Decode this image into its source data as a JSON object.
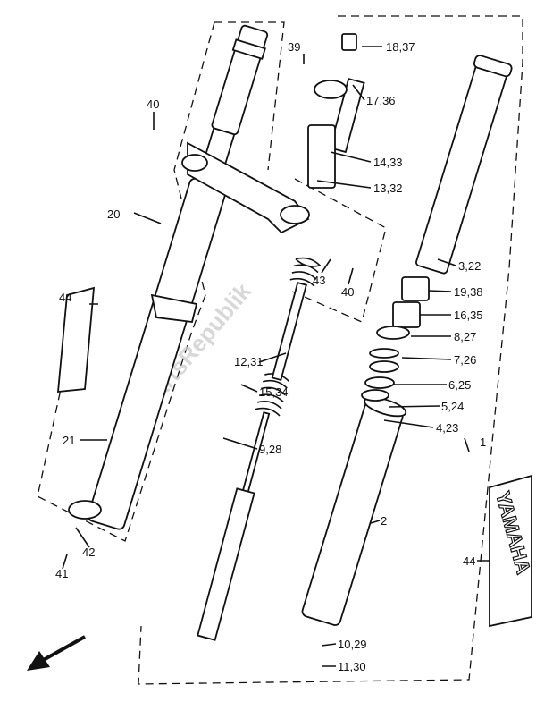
{
  "watermark": "PartsRepublik",
  "decal_text": "YAMAHA",
  "callouts": [
    "18,37",
    "39",
    "17,36",
    "40",
    "14,33",
    "13,32",
    "20",
    "3,22",
    "43",
    "40",
    "19,38",
    "44",
    "16,35",
    "8,27",
    "12,31",
    "7,26",
    "15,34",
    "6,25",
    "5,24",
    "4,23",
    "1",
    "21",
    "9,28",
    "2",
    "42",
    "44",
    "41",
    "10,29",
    "11,30"
  ]
}
